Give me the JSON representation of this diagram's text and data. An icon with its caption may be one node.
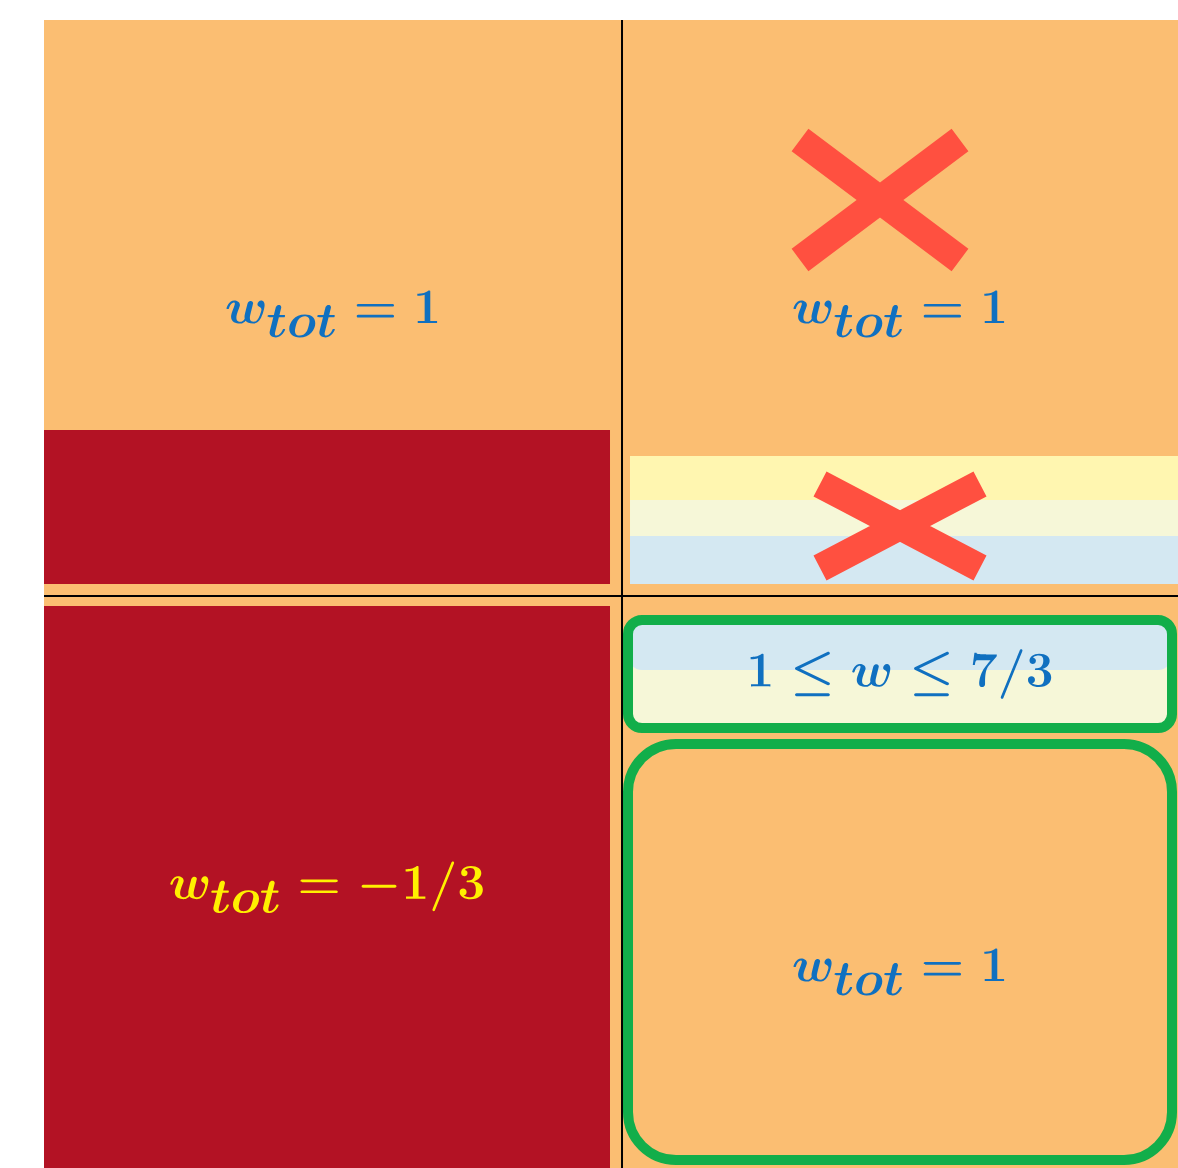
{
  "diagram": {
    "nodes": [
      {
        "text": [
          "w_{tot} = 1"
        ]
      },
      {
        "text": [
          "w_{tot} = 1"
        ]
      },
      {
        "text": [],
        "shape": "bar"
      },
      {
        "text": [],
        "shape": "bar"
      },
      {
        "text": [
          "w_{tot} = -1/3"
        ]
      },
      {
        "text": [
          "1 \\le w \\le 7/3"
        ]
      },
      {
        "text": [
          "w_{tot} = 1"
        ]
      }
    ]
  }
}
